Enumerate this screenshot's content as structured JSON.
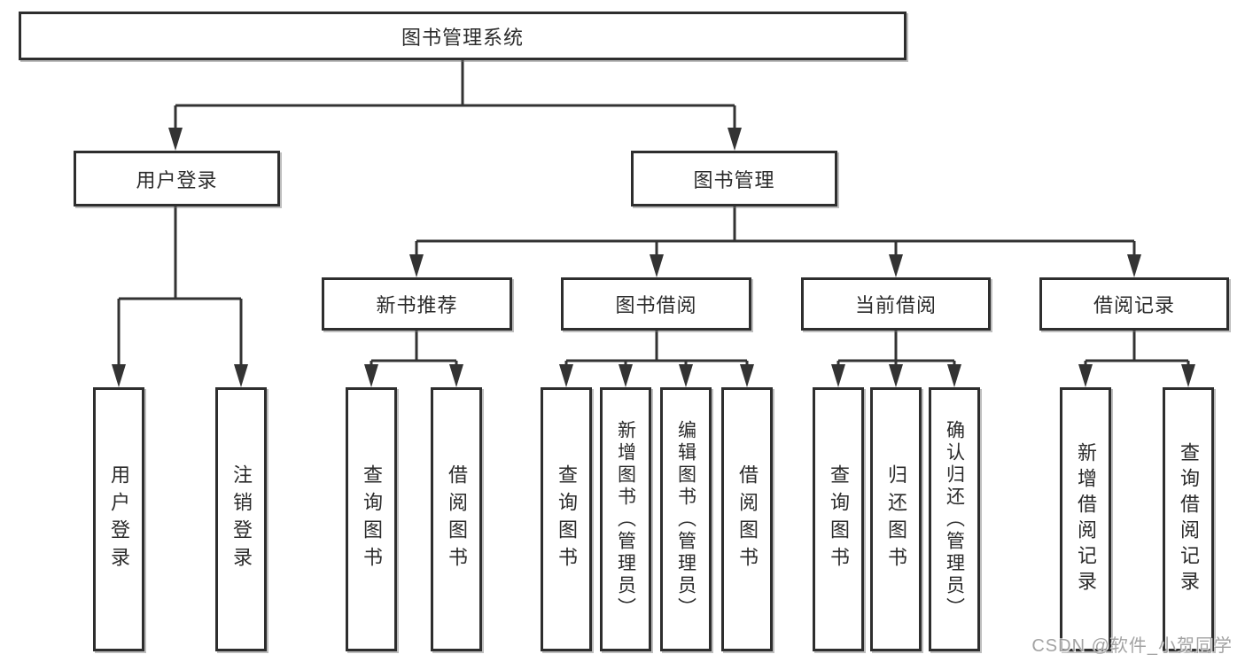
{
  "diagram": {
    "root_label": "图书管理系统",
    "branches": [
      {
        "label": "用户登录",
        "children": [
          {
            "label": "用户登录"
          },
          {
            "label": "注销登录"
          }
        ]
      },
      {
        "label": "图书管理",
        "children": [
          {
            "label": "新书推荐",
            "children": [
              {
                "label": "查询图书"
              },
              {
                "label": "借阅图书"
              }
            ]
          },
          {
            "label": "图书借阅",
            "children": [
              {
                "label": "查询图书"
              },
              {
                "label": "新增图书（管理员）"
              },
              {
                "label": "编辑图书（管理员）"
              },
              {
                "label": "借阅图书"
              }
            ]
          },
          {
            "label": "当前借阅",
            "children": [
              {
                "label": "查询图书"
              },
              {
                "label": "归还图书"
              },
              {
                "label": "确认归还（管理员）"
              }
            ]
          },
          {
            "label": "借阅记录",
            "children": [
              {
                "label": "新增借阅记录"
              },
              {
                "label": "查询借阅记录"
              }
            ]
          }
        ]
      }
    ]
  },
  "watermark": {
    "text": "CSDN @软件_小贺同学"
  },
  "colors": {
    "line": "#333333",
    "border": "#2e2e2e",
    "text": "#2b2b2b",
    "background": "#ffffff",
    "watermark": "#9e9e9e"
  }
}
